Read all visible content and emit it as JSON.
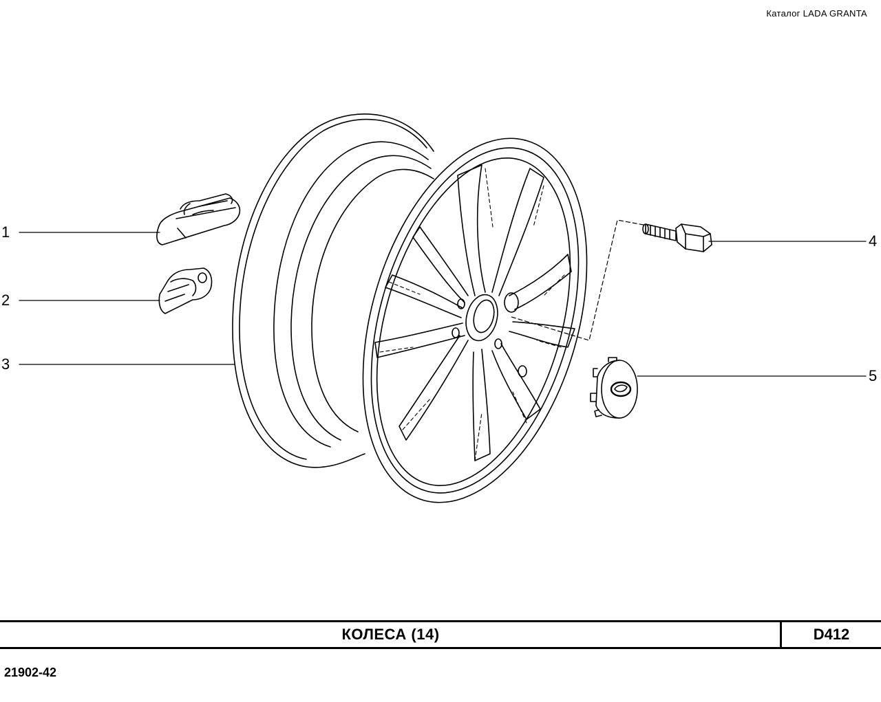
{
  "header": {
    "catalog": "Каталог  LADA  GRANTA"
  },
  "callouts": [
    {
      "number": "1",
      "part": "balance-weight-clip"
    },
    {
      "number": "2",
      "part": "balance-weight"
    },
    {
      "number": "3",
      "part": "wheel-rim"
    },
    {
      "number": "4",
      "part": "wheel-bolt"
    },
    {
      "number": "5",
      "part": "hub-cap"
    }
  ],
  "title_block": {
    "title": "КОЛЕСА (14)",
    "code": "D412"
  },
  "footer": {
    "doc_number": "21902-42"
  }
}
